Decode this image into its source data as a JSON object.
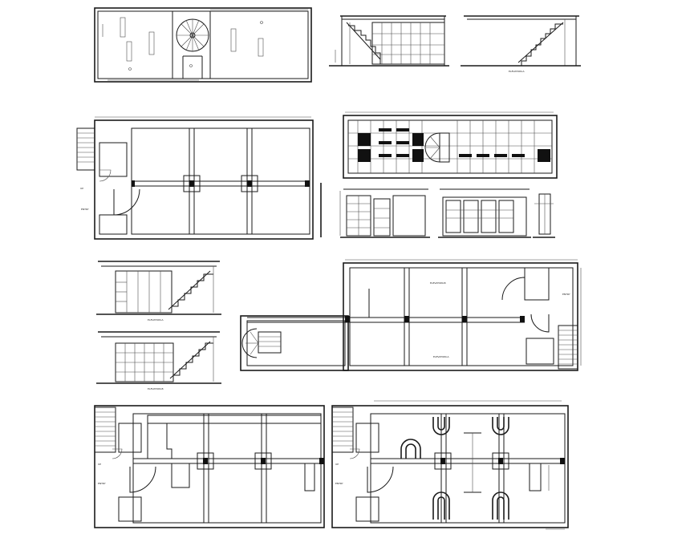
{
  "labels": {
    "elevation_a": "ELEVATION-A",
    "elevation_b": "ELEVATION-B",
    "entry": "ENTRY",
    "up": "UP"
  }
}
